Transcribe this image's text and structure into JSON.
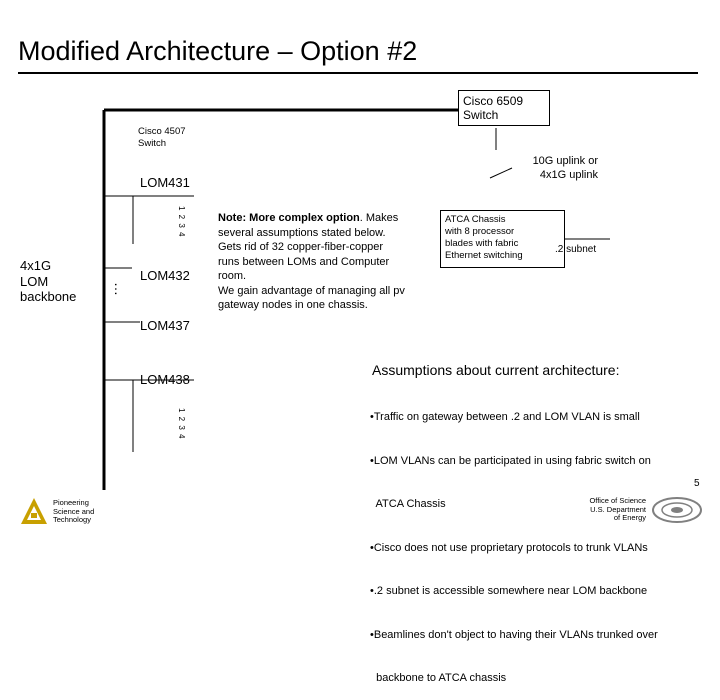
{
  "title": "Modified Architecture – Option #2",
  "switch_6509": {
    "line1": "Cisco 6509",
    "line2": "Switch"
  },
  "switch_4507": {
    "line1": "Cisco 4507",
    "line2": "Switch"
  },
  "uplink_label": {
    "line1": "10G uplink or",
    "line2": "4x1G uplink"
  },
  "backbone_label": {
    "line1": "4x1G",
    "line2": "LOM",
    "line3": "backbone"
  },
  "lom_nodes": [
    "LOM431",
    "LOM432",
    "LOM437",
    "LOM438"
  ],
  "port_labels": {
    "upper": "1 2 3 4",
    "lower": "1 2 3 4"
  },
  "ellipsis": "…",
  "note": {
    "bold": "Note: More complex option",
    "lines": [
      ". Makes",
      "several assumptions stated below.",
      "Gets rid of 32 copper-fiber-copper",
      "runs between LOMs and Computer",
      "room.",
      "We gain advantage of managing all pv",
      "gateway nodes in one chassis."
    ]
  },
  "atca_box": {
    "lines": [
      "ATCA Chassis",
      "with 8 processor",
      "blades with fabric",
      "Ethernet switching"
    ]
  },
  "subnet_label": ".2 subnet",
  "assumptions": {
    "heading": "Assumptions about current architecture:",
    "lines": [
      "•Traffic on gateway between .2 and LOM VLAN is small",
      "•LOM VLANs can be participated in using fabric switch on",
      "  ATCA Chassis",
      "•Cisco does not use proprietary protocols to trunk VLANs",
      "•.2 subnet is accessible somewhere near LOM backbone",
      "•Beamlines don't object to having their VLANs trunked over",
      "  backbone to ATCA chassis"
    ]
  },
  "logo_left": {
    "lines": [
      "Pioneering",
      "Science and",
      "Technology"
    ]
  },
  "logo_right": {
    "lines": [
      "Office of Science",
      "U.S. Department",
      "of Energy"
    ]
  },
  "page_number": "5",
  "colors": {
    "logo_gold": "#c8a000",
    "logo_gray": "#808080"
  }
}
